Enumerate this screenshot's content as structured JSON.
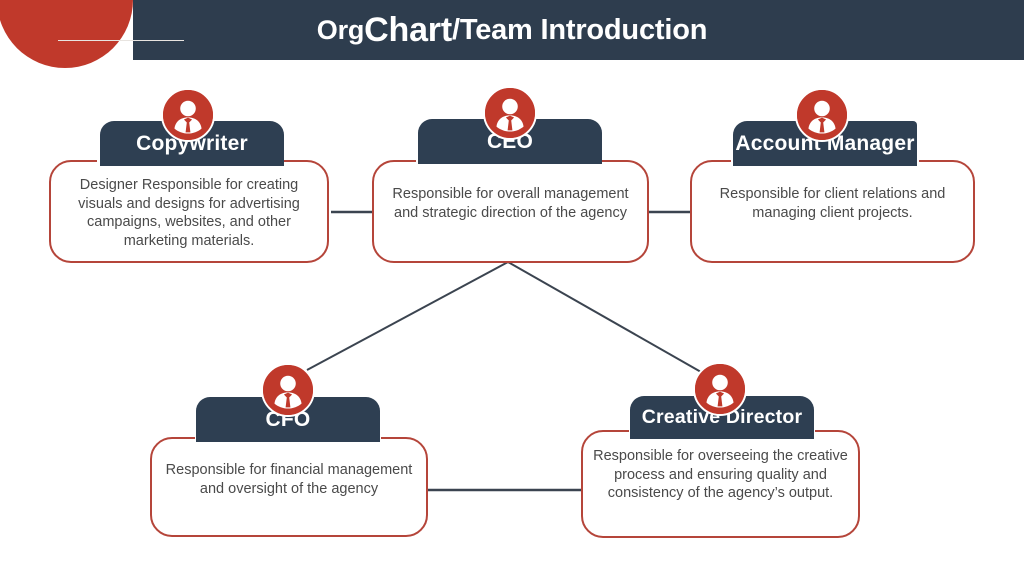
{
  "header": {
    "title_part1": "Org ",
    "title_part2": "Chart",
    "title_part3": "/Team Introduction",
    "accent_red": "#c0392b",
    "navy": "#2e3d4e"
  },
  "theme": {
    "navy": "#2e3f52",
    "red": "#c0392b",
    "border_red": "#b5453a",
    "body_text": "#4a4a4a",
    "connector": "#3b4450",
    "background": "#ffffff"
  },
  "chart_data": {
    "type": "org-chart",
    "title": "Org Chart/Team Introduction",
    "nodes": [
      {
        "id": "copywriter",
        "role": "Copywriter",
        "description": "Designer Responsible for creating visuals and designs for advertising campaigns, websites, and other marketing materials.",
        "level": 1,
        "icon": "person-avatar-icon"
      },
      {
        "id": "ceo",
        "role": "CEO",
        "description": "Responsible for overall management and strategic direction of the agency",
        "level": 1,
        "icon": "person-avatar-icon"
      },
      {
        "id": "account-manager",
        "role": "Account Manager",
        "description": "Responsible for client relations and managing client projects.",
        "level": 1,
        "icon": "person-avatar-icon"
      },
      {
        "id": "cfo",
        "role": "CFO",
        "description": "Responsible for financial management and oversight of the agency",
        "level": 2,
        "icon": "person-avatar-icon"
      },
      {
        "id": "creative-director",
        "role": "Creative Director",
        "description": "Responsible for overseeing the creative process and ensuring quality and consistency of the agency’s output.",
        "level": 2,
        "icon": "person-avatar-icon"
      }
    ],
    "edges": [
      {
        "from": "copywriter",
        "to": "ceo",
        "style": "horizontal"
      },
      {
        "from": "ceo",
        "to": "account-manager",
        "style": "horizontal"
      },
      {
        "from": "ceo",
        "to": "cfo",
        "style": "diagonal"
      },
      {
        "from": "ceo",
        "to": "creative-director",
        "style": "diagonal"
      },
      {
        "from": "cfo",
        "to": "creative-director",
        "style": "horizontal"
      }
    ]
  }
}
